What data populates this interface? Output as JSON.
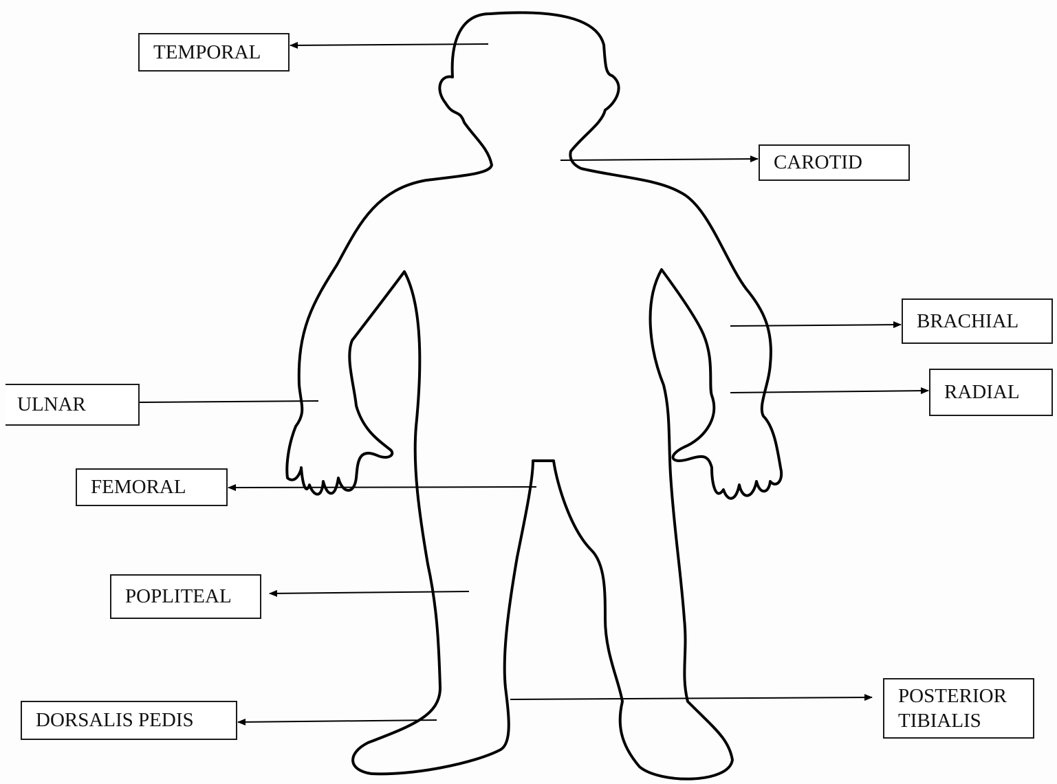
{
  "colors": {
    "outline": "#000000",
    "background": "#fdfdfd"
  },
  "labels": {
    "temporal": "TEMPORAL",
    "carotid": "CAROTID",
    "brachial": "BRACHIAL",
    "radial": "RADIAL",
    "ulnar": "ULNAR",
    "femoral": "FEMORAL",
    "popliteal": "POPLITEAL",
    "dorsalis_pedis": "DORSALIS PEDIS",
    "posterior_tibialis_line1": "POSTERIOR",
    "posterior_tibialis_line2": "TIBIALIS"
  }
}
